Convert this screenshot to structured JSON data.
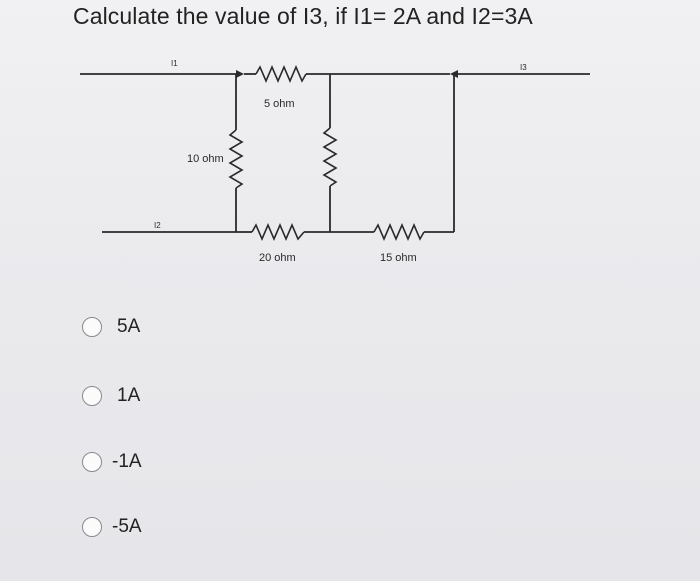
{
  "question": "Calculate the value of I3, if I1= 2A and I2=3A",
  "circuit": {
    "labels": {
      "i1": "I1",
      "i2": "I2",
      "i3": "I3",
      "r_top": "5 ohm",
      "r_left": "10 ohm",
      "r_bottom_left": "20 ohm",
      "r_bottom_right": "15 ohm"
    }
  },
  "options": [
    {
      "label": "5A"
    },
    {
      "label": "1A"
    },
    {
      "label": "-1A"
    },
    {
      "label": "-5A"
    }
  ]
}
